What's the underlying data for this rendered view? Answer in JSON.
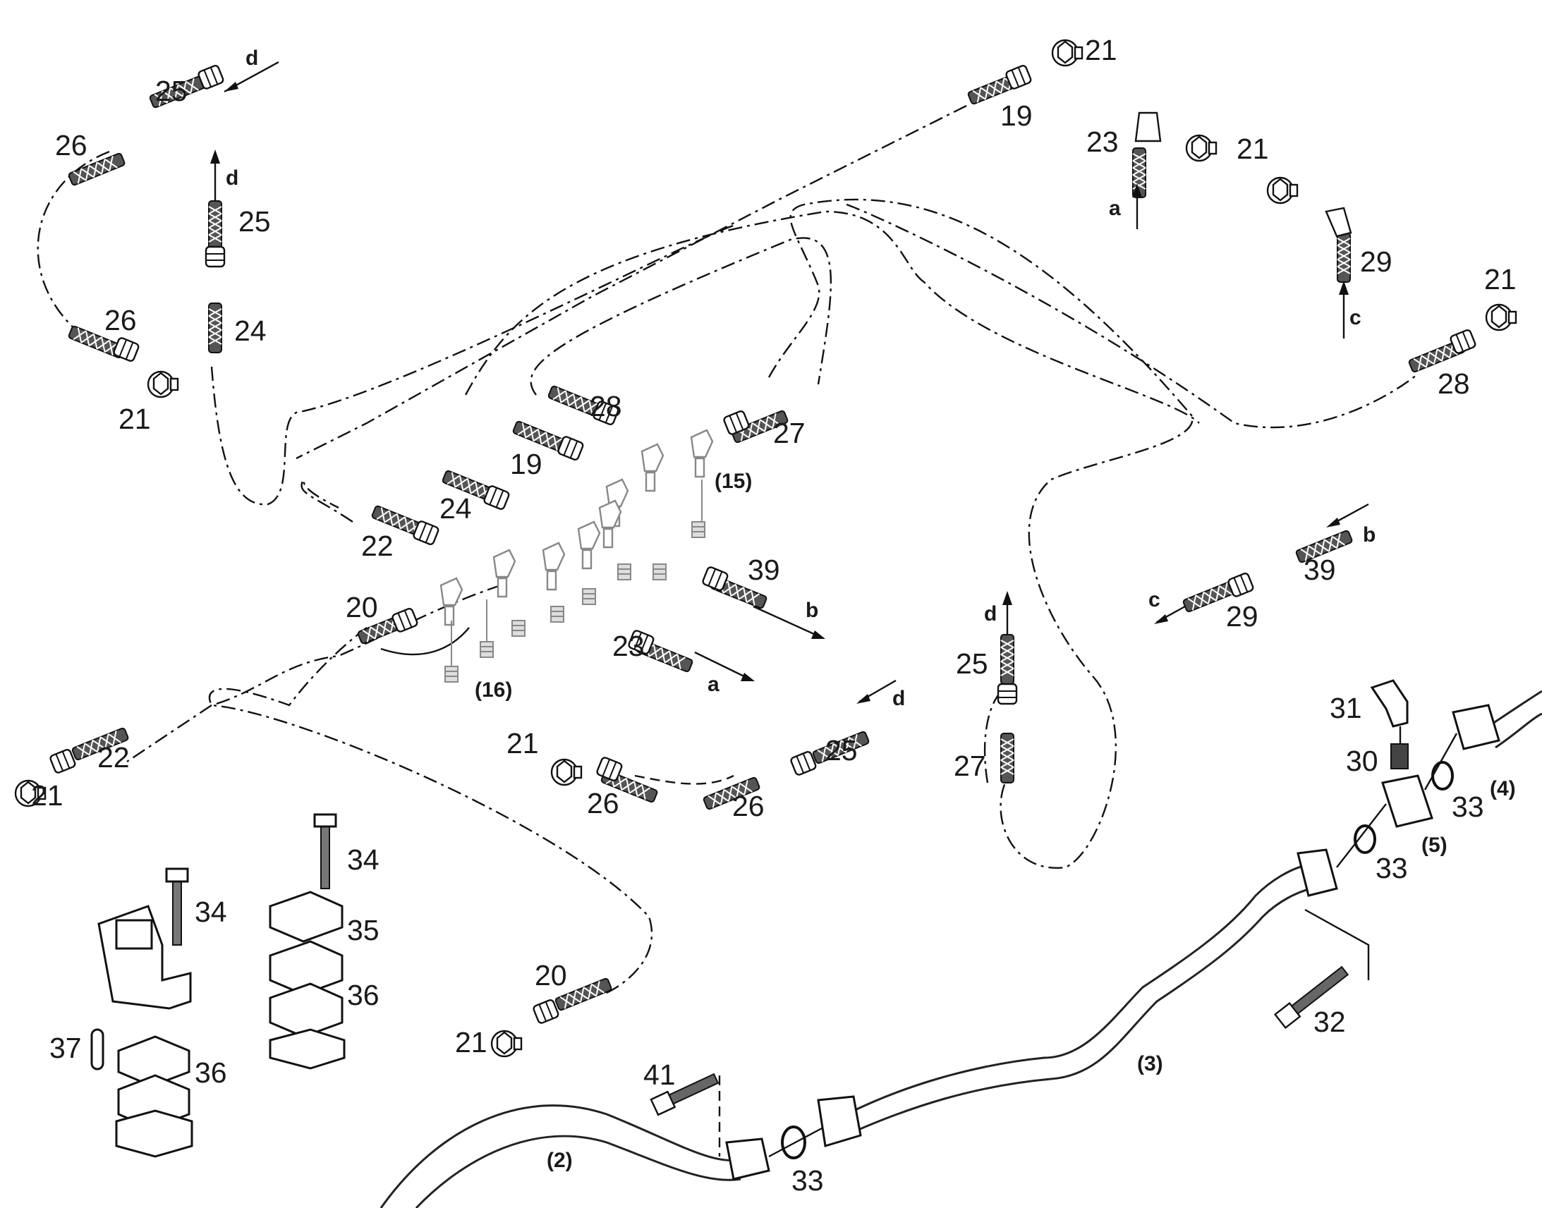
{
  "callouts": {
    "c19a": "19",
    "c21a": "21",
    "c23a": "23",
    "c21b": "21",
    "c29a": "29",
    "c21c": "21",
    "c28a": "28",
    "c25a": "25",
    "c26a": "26",
    "c25b": "25",
    "c24a": "24",
    "c26b": "26",
    "c21d": "21",
    "c28b": "28",
    "c27a": "27",
    "c19b": "19",
    "c24b": "24",
    "c22a": "22",
    "c39a": "39",
    "c20a": "20",
    "c23b": "23",
    "c39b": "39",
    "c29b": "29",
    "c25c": "25",
    "c27b": "27",
    "c22b": "22",
    "c21e": "21",
    "c21f": "21",
    "c26c": "26",
    "c26d": "26",
    "c25d": "25",
    "c31": "31",
    "c30": "30",
    "c33a": "33",
    "c33b": "33",
    "c34a": "34",
    "c34b": "34",
    "c35": "35",
    "c36a": "36",
    "c36b": "36",
    "c37": "37",
    "c20b": "20",
    "c21g": "21",
    "c41": "41",
    "c33c": "33",
    "c32": "32"
  },
  "references": {
    "r15": "(15)",
    "r16": "(16)",
    "r4": "(4)",
    "r5": "(5)",
    "r3": "(3)",
    "r2": "(2)"
  },
  "flow_letters": {
    "d1": "d",
    "d2": "d",
    "d3": "d",
    "d4": "d",
    "a1": "a",
    "a2": "a",
    "b1": "b",
    "b2": "b",
    "c1": "c",
    "c2": "c"
  }
}
